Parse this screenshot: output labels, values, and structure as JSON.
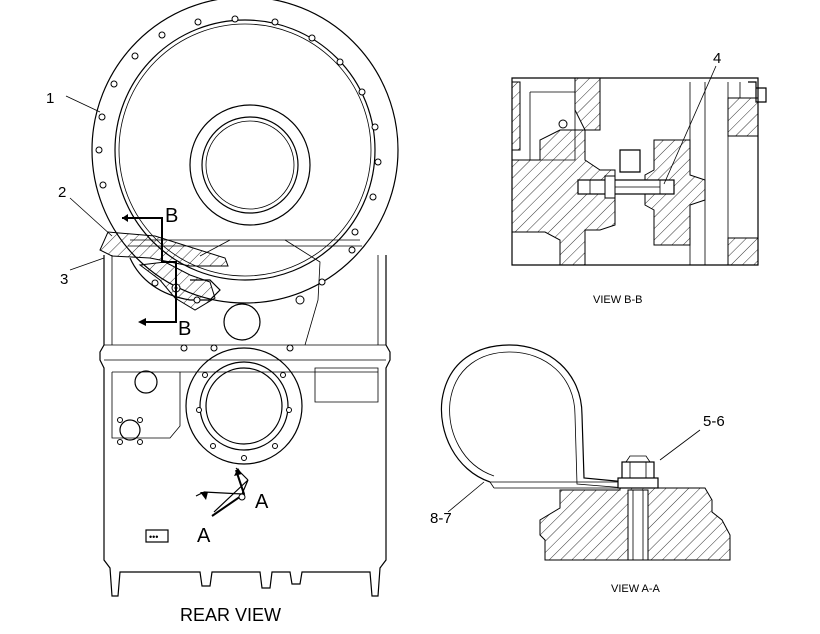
{
  "labels": {
    "callout_1": "1",
    "callout_2": "2",
    "callout_3": "3",
    "callout_4": "4",
    "callout_5_6": "5-6",
    "callout_8_7": "8-7",
    "section_b_top": "B",
    "section_b_bottom": "B",
    "section_a_right": "A",
    "section_a_left": "A"
  },
  "captions": {
    "view_b_b": "VIEW B-B",
    "view_a_a": "VIEW A-A",
    "rear_view": "REAR VIEW"
  }
}
